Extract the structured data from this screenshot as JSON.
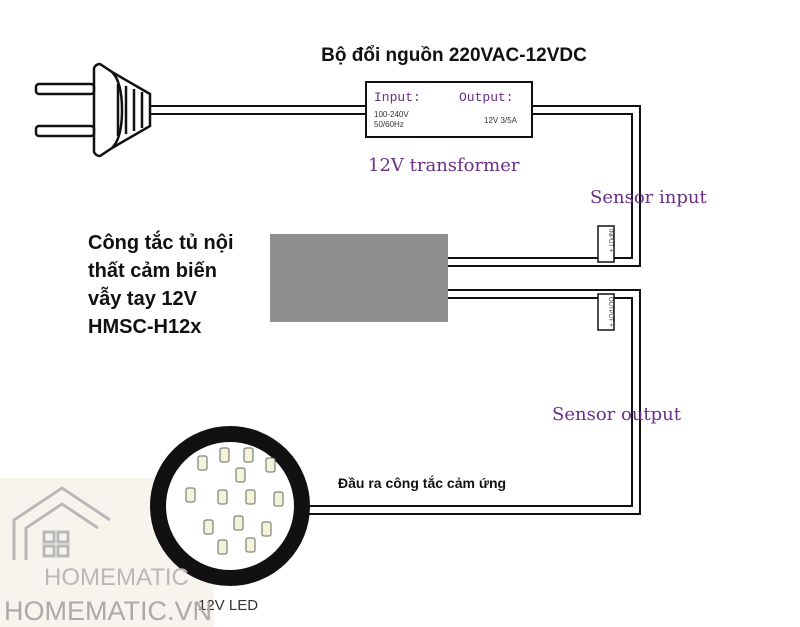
{
  "title": "Bộ đổi nguồn 220VAC-12VDC",
  "transformer": {
    "input_label": "Input:",
    "output_label": "Output:",
    "input_spec_1": "100-240V",
    "input_spec_2": "50/60Hz",
    "output_spec": "12V 3/5A",
    "caption": "12V transformer"
  },
  "sensor_input_label": "Sensor input",
  "sensor_output_label": "Sensor output",
  "connector_input_text": "INPUT +",
  "connector_output_text": "OUTPUT +",
  "switch_label_lines": [
    "Công tắc tủ nội",
    "thất cảm biến",
    "vẫy tay 12V",
    "HMSC-H12x"
  ],
  "switch_output_label": "Đầu ra công tắc cảm ứng",
  "led_label": "12V LED",
  "watermark": {
    "logo_text": "HOMEMATIC",
    "site_text": "HOMEMATIC.VN"
  },
  "colors": {
    "annotation_purple": "#6a2f86",
    "switch_box": "#8f8f8f",
    "led_ring": "#111111",
    "watermark_gray": "#b8b8b8"
  }
}
